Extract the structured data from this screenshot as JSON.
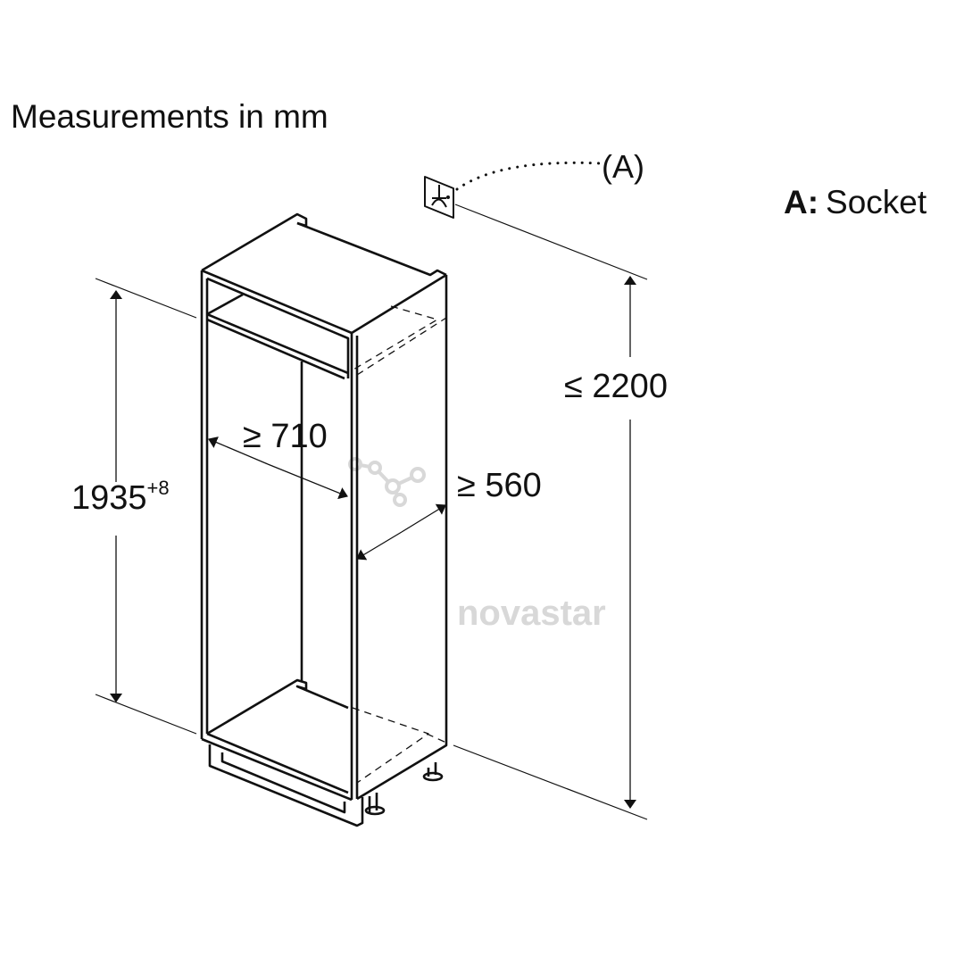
{
  "title": "Measurements in mm",
  "legend": {
    "key": "A:",
    "label": "Socket"
  },
  "callout": {
    "label": "(A)",
    "icon": "socket-icon"
  },
  "dimensions": {
    "height_niche": {
      "value": "1935",
      "tolerance": "+8"
    },
    "height_total": "≤ 2200",
    "depth": "≥ 710",
    "width": "≥ 560"
  },
  "watermark": "novastar",
  "colors": {
    "line": "#111111",
    "watermark": "#d8d8d8"
  }
}
